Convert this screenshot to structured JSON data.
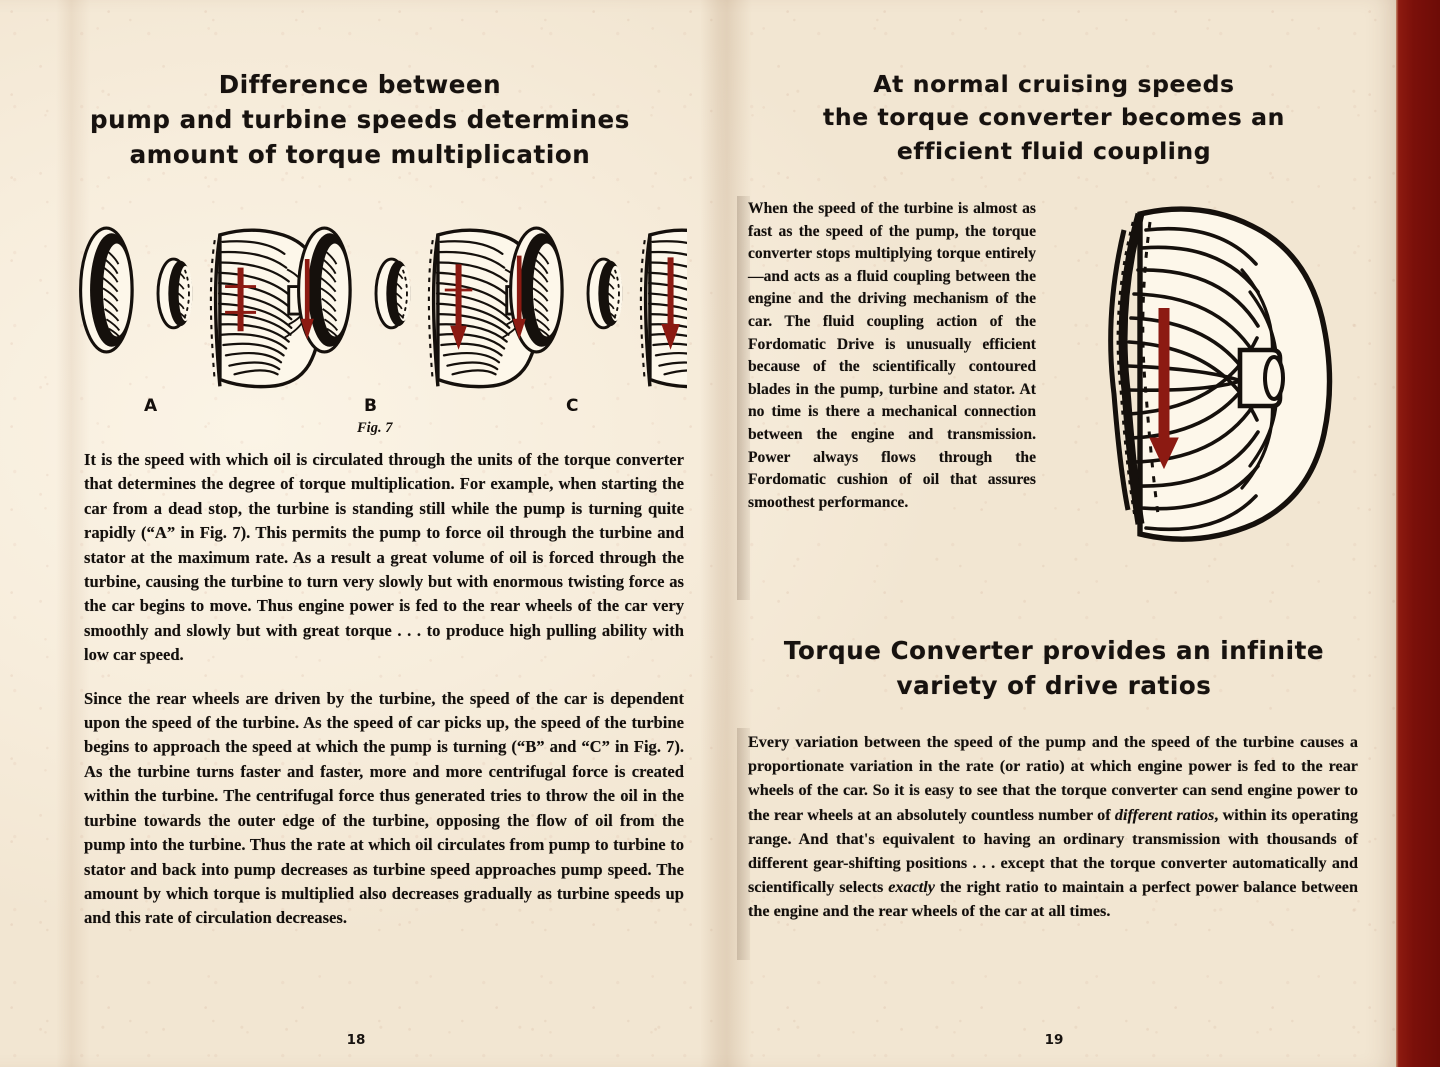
{
  "document": {
    "type": "scanned-booklet-spread",
    "paper_color": "#f7eedd",
    "ink_color": "#14100d",
    "accent_color": "#8c1a12",
    "cover_edge_color": "#7b100a"
  },
  "left_page": {
    "page_number": "18",
    "heading": {
      "line1": "Difference between",
      "line2": "pump and turbine speeds determines",
      "line3": "amount of torque multiplication"
    },
    "figure": {
      "caption": "Fig. 7",
      "labels": [
        "A",
        "B",
        "C"
      ],
      "description": "Three exploded torque converter assemblies showing turbine, stator and pump with red oil-flow arrows"
    },
    "paragraph_1": "It is the speed with which oil is circulated through the units of the torque converter that determines the degree of torque multiplication. For example, when starting the car from a dead stop, the turbine is standing still while the pump is turning quite rapidly (“A” in Fig. 7). This permits the pump to force oil through the turbine and stator at the maximum rate. As a result a great volume of oil is forced through the turbine, causing the turbine to turn very slowly but with enormous twisting force as the car begins to move. Thus engine power is fed to the rear wheels of the car very smoothly and slowly but with great torque . . . to produce high pulling ability with low car speed.",
    "paragraph_2": "Since the rear wheels are driven by the turbine, the speed of the car is dependent upon the speed of the turbine. As the speed of car picks up, the speed of the turbine begins to approach the speed at which the pump is turning (“B” and “C” in Fig. 7). As the turbine turns faster and faster, more and more centrifugal force is created within the turbine. The centrifugal force thus generated tries to throw the oil in the turbine towards the outer edge of the turbine, opposing the flow of oil from the pump into the turbine. Thus the rate at which oil circulates from pump to turbine to stator and back into pump decreases as turbine speed approaches pump speed. The amount by which torque is multiplied also decreases gradually as turbine speeds up and this rate of circulation decreases."
  },
  "right_page": {
    "page_number": "19",
    "heading_1": {
      "line1": "At normal cruising speeds",
      "line2": "the torque converter becomes an",
      "line3": "efficient fluid coupling"
    },
    "column_text": "When the speed of the turbine is almost as fast as the speed of the pump, the torque converter stops multiplying torque entirely—and acts as a fluid coupling between the engine and the driving mechanism of the car. The fluid coupling action of the Fordomatic Drive is unusually efficient because of the scientifically contoured blades in the pump, turbine and stator. At no time is there a mechanical connection between the engine and transmission. Power always flows through the Fordomatic cushion of oil that assures smoothest performance.",
    "figure": {
      "description": "Cutaway torque converter showing curved blades with a large red downward oil-flow arrow"
    },
    "heading_2": {
      "line1": "Torque Converter provides an infinite",
      "line2": "variety of drive ratios"
    },
    "bottom_text_part_1": "Every variation between the speed of the pump and the speed of the turbine causes a proportionate variation in the rate (or ratio) at which engine power is fed to the rear wheels of the car. So it is easy to see that the torque converter can send engine power to the rear wheels at an absolutely countless number of ",
    "bottom_text_italic_1": "different ratios",
    "bottom_text_part_2": ", within its operating range. And that's equivalent to having an ordinary transmission with thousands of different gear-shifting positions . . . except that the torque converter automatically and scientifically selects ",
    "bottom_text_italic_2": "exactly",
    "bottom_text_part_3": " the right ratio to maintain a perfect power balance between the engine and the rear wheels of the car at all times."
  }
}
